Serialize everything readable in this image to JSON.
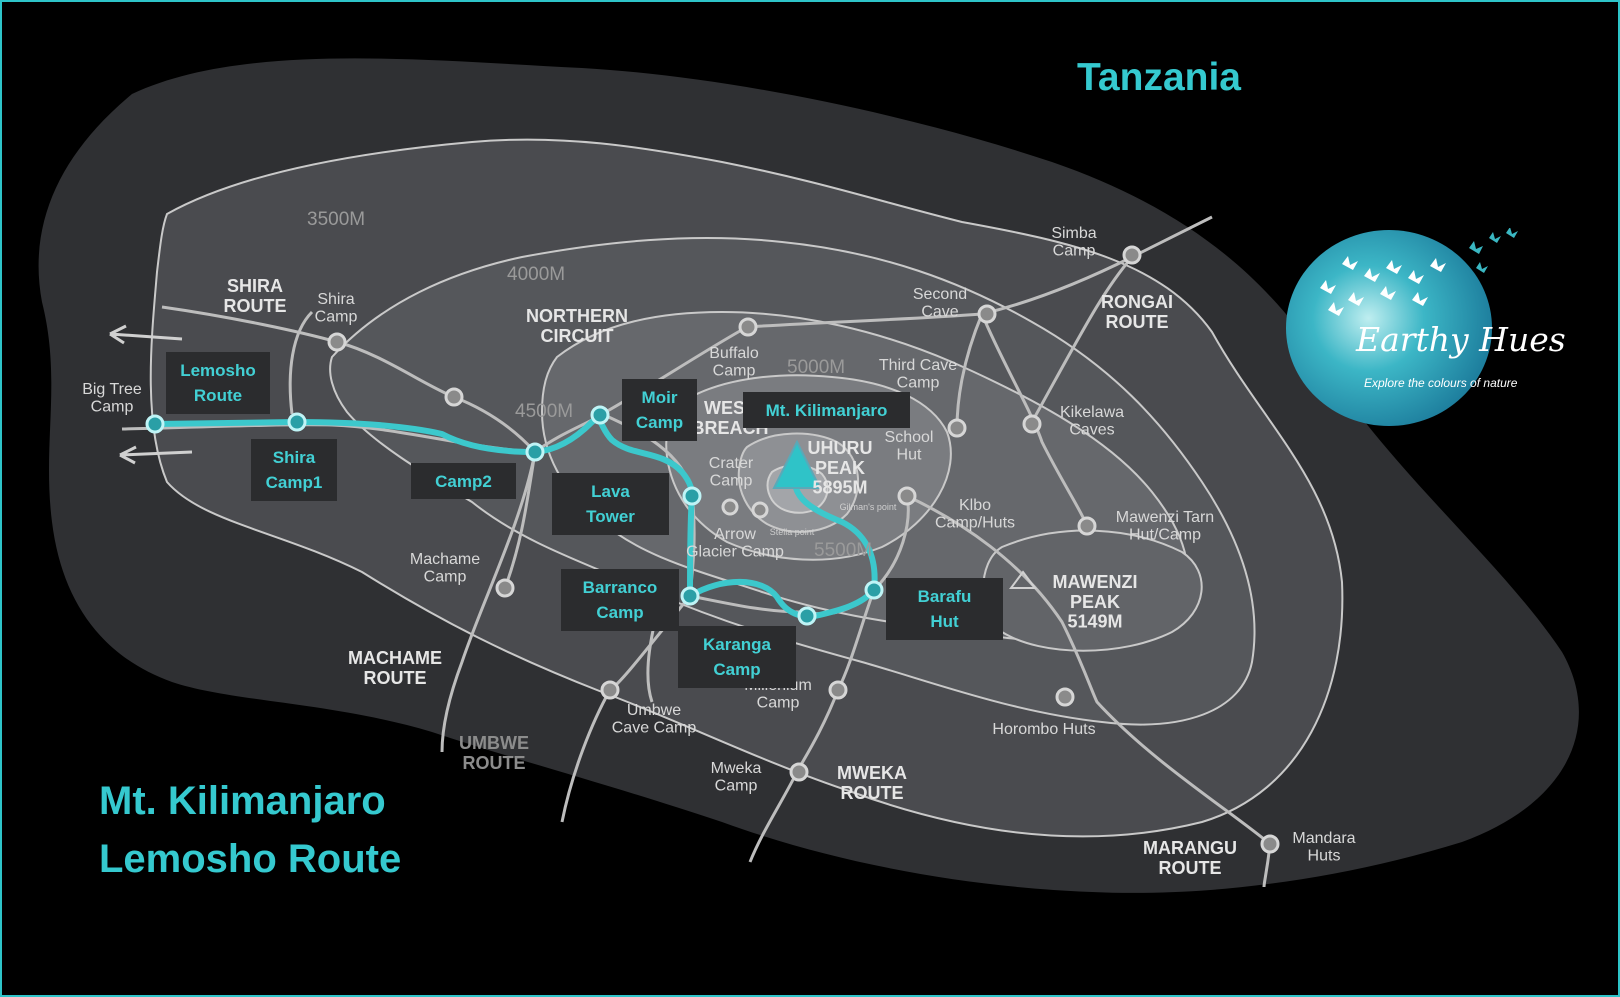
{
  "titles": {
    "country": "Tanzania",
    "map_title_line1": "Mt. Kilimanjaro",
    "map_title_line2": "Lemosho Route"
  },
  "logo": {
    "name": "Earthy Hues",
    "tagline": "Explore the colours of nature"
  },
  "elevations": [
    "3500M",
    "4000M",
    "4500M",
    "5000M",
    "5500M"
  ],
  "routes": {
    "shira": "SHIRA\nROUTE",
    "northern": "NORTHERN\nCIRCUIT",
    "rongai": "RONGAI\nROUTE",
    "machame": "MACHAME\nROUTE",
    "umbwe": "UMBWE\nROUTE",
    "mweka": "MWEKA\nROUTE",
    "marangu": "MARANGU\nROUTE"
  },
  "map_labels": {
    "big_tree_camp": "Big Tree\nCamp",
    "shira_camp": "Shira\nCamp",
    "buffalo_camp": "Buffalo\nCamp",
    "second_cave": "Second\nCave",
    "simba_camp": "Simba\nCamp",
    "third_cave_camp": "Third Cave\nCamp",
    "school_hut": "School\nHut",
    "kikelawa_caves": "Kikelawa\nCaves",
    "kibo_camp": "Klbo\nCamp/Huts",
    "mawenzi_tarn": "Mawenzi Tarn\nHut/Camp",
    "crater_camp": "Crater\nCamp",
    "arrow_glacier": "Arrow\nGlacier Camp",
    "west_breach": "WEST\nBREACH",
    "uhuru_peak": "UHURU\nPEAK\n5895M",
    "mawenzi_peak": "MAWENZI\nPEAK\n5149M",
    "machame_camp": "Machame\nCamp",
    "umbwe_cave_camp": "Umbwe\nCave Camp",
    "millenium_camp": "Millenium\nCamp",
    "mweka_camp": "Mweka\nCamp",
    "horombo_huts": "Horombo Huts",
    "mandara_huts": "Mandara\nHuts",
    "gilmans_point": "Gilman's point",
    "stella_point": "Stella point"
  },
  "route_stops": {
    "lemosho_route": "Lemosho\nRoute",
    "shira_camp1": "Shira\nCamp1",
    "camp2": "Camp2",
    "moir_camp": "Moir\nCamp",
    "lava_tower": "Lava\nTower",
    "mt_kilimanjaro": "Mt. Kilimanjaro",
    "barranco_camp": "Barranco\nCamp",
    "karanga_camp": "Karanga\nCamp",
    "barafu_hut": "Barafu\nHut"
  },
  "colors": {
    "route_line": "#3cc8cc",
    "title_text": "#35c9cf",
    "label_box_bg": "#2b2c2e",
    "map_land": "#2f3033",
    "background": "#000000"
  }
}
